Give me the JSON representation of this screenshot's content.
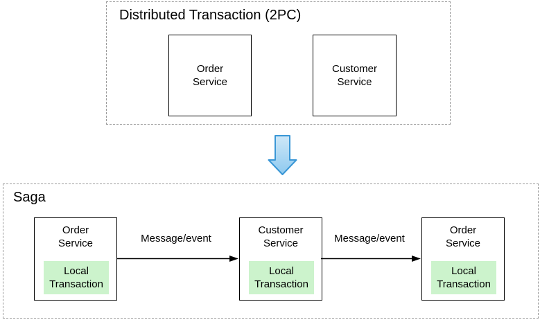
{
  "colors": {
    "background": "#ffffff",
    "dashed_border": "#999999",
    "solid_border": "#000000",
    "text": "#000000",
    "local_transaction_fill": "#ccf3cc",
    "down_arrow_fill_top": "#cee8f8",
    "down_arrow_fill_bottom": "#8ec9ef",
    "down_arrow_stroke": "#3a97d6"
  },
  "top_group": {
    "title": "Distributed Transaction (2PC)",
    "boxes": [
      {
        "label": "Order\nService"
      },
      {
        "label": "Customer\nService"
      }
    ]
  },
  "transition": {
    "icon": "down-arrow-icon"
  },
  "saga_group": {
    "title": "Saga",
    "boxes": [
      {
        "label": "Order\nService",
        "inner": "Local\nTransaction"
      },
      {
        "label": "Customer\nService",
        "inner": "Local\nTransaction"
      },
      {
        "label": "Order\nService",
        "inner": "Local\nTransaction"
      }
    ],
    "arrows": [
      {
        "label": "Message/event"
      },
      {
        "label": "Message/event"
      }
    ]
  }
}
